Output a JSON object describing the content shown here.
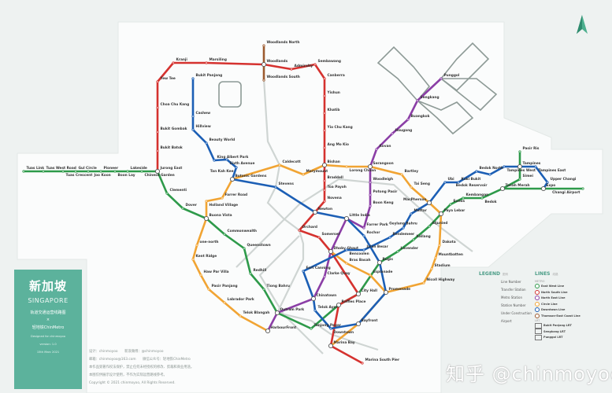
{
  "title_panel": {
    "title_cn": "新加坡",
    "title_en": "SINGAPORE",
    "subtitle": "轨道交通运营线路图",
    "cross": "×",
    "brand": "轻地铁ChinMetro",
    "designed_for": "Designed for chinmoyoo",
    "version": "version: 1.0",
    "date": "15th Marc 2021"
  },
  "credits": {
    "line1": "设计：chinmoyoo　　新浪微博：@chinmoyoo",
    "line2": "邮箱：chinmoyoo@163.com　　微信公众号：轻地铁ChinMetro",
    "line3": "本作品受著作权法保护，禁止任何未经授权的修改、剪裁和商业用途。",
    "line4": "本图仅供展示设计使用，不作为实际运营路线参考。",
    "copyright": "Copyright © 2021 chinmoyoo, All Rights Reserved."
  },
  "watermark": "知乎 @chinmoyoo",
  "legend": {
    "title": "LEGEND",
    "title_cn": "图例",
    "items": [
      "Line Number",
      "Transfer Station",
      "Metro Station",
      "Station Number",
      "Under Construction",
      "Airport"
    ]
  },
  "lines_legend": {
    "title": "LINES",
    "title_cn": "线路",
    "metro_label": "METRO",
    "lrt_label": "LRT"
  },
  "lines": [
    {
      "code": "EW",
      "name": "East West Line",
      "color": "#2e9a4a",
      "stations": [
        "Tuas Link",
        "Tuas West Road",
        "Tuas Crescent",
        "Gul Circle",
        "Joo Koon",
        "Pioneer",
        "Boon Lay",
        "Lakeside",
        "Chinese Garden",
        "Jurong East",
        "Clementi",
        "Dover",
        "Buona Vista",
        "Commonwealth",
        "Queenstown",
        "Redhill",
        "Tiong Bahru",
        "Outram Park",
        "Tanjong Pagar",
        "Raffles Place",
        "City Hall",
        "Bugis",
        "Lavender",
        "Kallang",
        "Aljunied",
        "Paya Lebar",
        "Eunos",
        "Kembangan",
        "Bedok",
        "Tanah Merah",
        "Simei",
        "Tampines",
        "Pasir Ris"
      ],
      "branch": [
        "Tanah Merah",
        "Expo",
        "Changi Airport"
      ]
    },
    {
      "code": "NS",
      "name": "North South Line",
      "color": "#d5322f",
      "stations": [
        "Jurong East",
        "Bukit Batok",
        "Bukit Gombak",
        "Choa Chu Kang",
        "Yew Tee",
        "Kranji",
        "Marsiling",
        "Woodlands",
        "Admiralty",
        "Sembawang",
        "Canberra",
        "Yishun",
        "Khatib",
        "Yio Chu Kang",
        "Ang Mo Kio",
        "Bishan",
        "Braddell",
        "Toa Payoh",
        "Novena",
        "Newton",
        "Orchard",
        "Somerset",
        "Dhoby Ghaut",
        "City Hall",
        "Raffles Place",
        "Marina Bay",
        "Marina South Pier"
      ]
    },
    {
      "code": "NE",
      "name": "North East Line",
      "color": "#8b3ea6",
      "stations": [
        "HarbourFront",
        "Outram Park",
        "Chinatown",
        "Clarke Quay",
        "Dhoby Ghaut",
        "Little India",
        "Farrer Park",
        "Boon Keng",
        "Potong Pasir",
        "Woodleigh",
        "Serangoon",
        "Kovan",
        "Hougang",
        "Buangkok",
        "Sengkang",
        "Punggol"
      ]
    },
    {
      "code": "CC",
      "name": "Circle Line",
      "color": "#f1a433",
      "stations": [
        "Dhoby Ghaut",
        "Bras Basah",
        "Esplanade",
        "Promenade",
        "Nicoll Highway",
        "Stadium",
        "Mountbatten",
        "Dakota",
        "Paya Lebar",
        "MacPherson",
        "Tai Seng",
        "Bartley",
        "Serangoon",
        "Lorong Chuan",
        "Bishan",
        "Marymount",
        "Caldecott",
        "Botanic Gardens",
        "Farrer Road",
        "Holland Village",
        "Buona Vista",
        "one-north",
        "Kent Ridge",
        "Haw Par Villa",
        "Pasir Panjang",
        "Labrador Park",
        "Telok Blangah",
        "HarbourFront"
      ],
      "branch": [
        "Promenade",
        "Bayfront",
        "Marina Bay"
      ]
    },
    {
      "code": "DT",
      "name": "Downtown Line",
      "color": "#1c5fb5",
      "stations": [
        "Bukit Panjang",
        "Cashew",
        "Hillview",
        "Beauty World",
        "King Albert Park",
        "Sixth Avenue",
        "Tan Kah Kee",
        "Botanic Gardens",
        "Stevens",
        "Newton",
        "Little India",
        "Rochor",
        "Bugis",
        "Promenade",
        "Bayfront",
        "Downtown",
        "Telok Ayer",
        "Chinatown",
        "Fort Canning",
        "Bencoolen",
        "Jalan Besar",
        "Bendemeer",
        "Geylang Bahru",
        "Mattar",
        "MacPherson",
        "Ubi",
        "Kaki Bukit",
        "Bedok North",
        "Bedok Reservoir",
        "Tampines West",
        "Tampines",
        "Tampines East",
        "Upper Changi",
        "Expo"
      ]
    },
    {
      "code": "TE",
      "name": "Thomson-East Coast Line",
      "color": "#9c5a2e",
      "stations": [
        "Woodlands North",
        "Woodlands",
        "Woodlands South"
      ]
    }
  ],
  "lrt": [
    {
      "name": "Bukit Panjang LRT",
      "color": "#8d9a96"
    },
    {
      "name": "Sengkang LRT",
      "color": "#8d9a96"
    },
    {
      "name": "Punggol LRT",
      "color": "#8d9a96"
    }
  ],
  "future_lines": {
    "color": "#c9cfcd"
  },
  "colors": {
    "background": "#eef2f1",
    "map_area": "#fbfcfc",
    "panel": "#5cb29c",
    "accent": "#4a9c86"
  }
}
